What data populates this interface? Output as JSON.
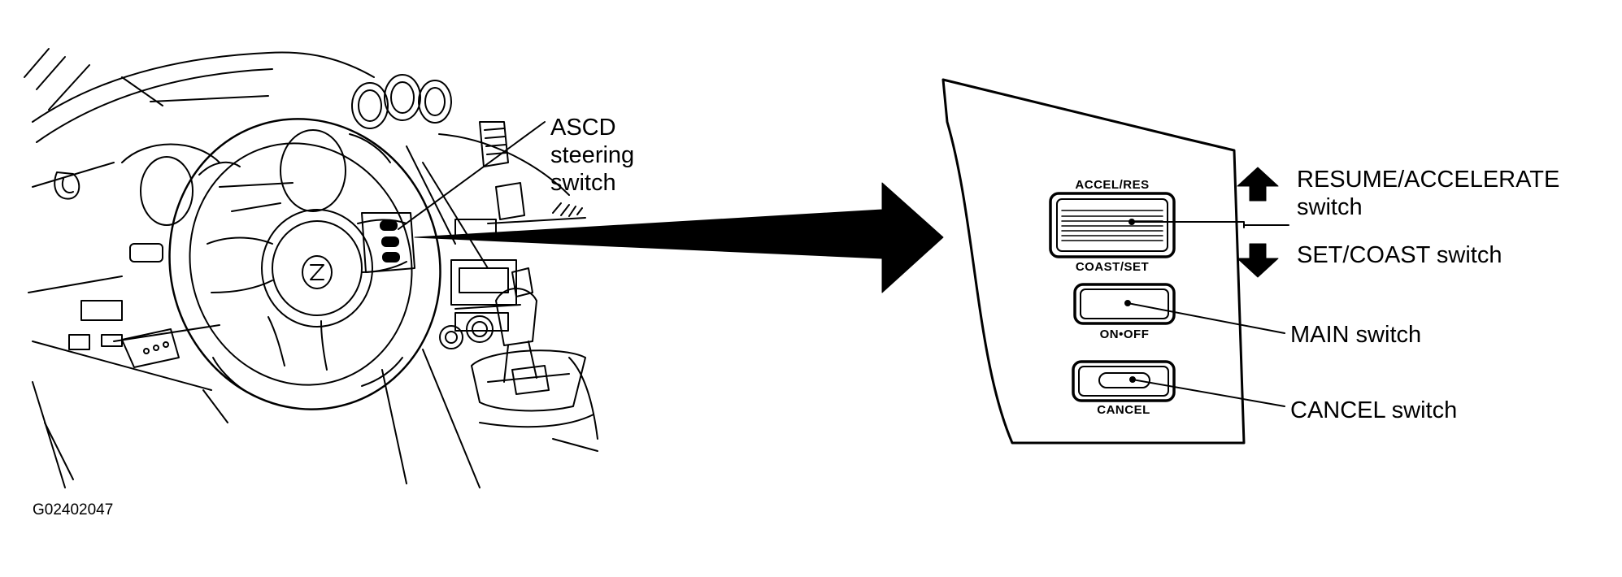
{
  "callouts": {
    "steering_switch": [
      "ASCD",
      "steering",
      "switch"
    ],
    "resume_accelerate": [
      "RESUME/ACCELERATE",
      "switch"
    ],
    "set_coast": "SET/COAST switch",
    "main": "MAIN switch",
    "cancel": "CANCEL switch"
  },
  "switch_panel": {
    "accel_res": "ACCEL/RES",
    "coast_set": "COAST/SET",
    "on_off": "ON•OFF",
    "cancel": "CANCEL"
  },
  "figure_id": "G02402047"
}
